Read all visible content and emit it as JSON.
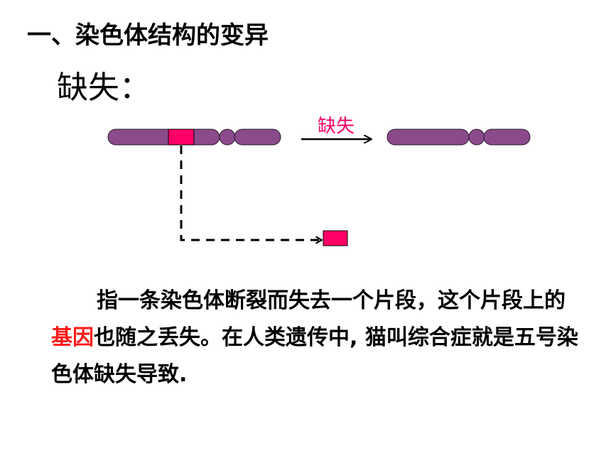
{
  "slide": {
    "section_title": "一、染色体结构的变异",
    "subheading": "缺失：",
    "diagram": {
      "arrow_label": "缺失",
      "colors": {
        "chromosome_fill": "#8b4a8c",
        "chromosome_stroke": "#2a1a2a",
        "deleted_segment": "#ff0066",
        "arrow_label_color": "#ff0066",
        "line_color": "#000000"
      }
    },
    "paragraph": {
      "part1": "指一条染色体断裂而失去一个片段，这个片段上的",
      "highlight": "基因",
      "part2": "也随之丢失。在人类遗传中, 猫叫综合症就是五号染色体缺失导致.",
      "highlight_color": "#ff1a1a"
    }
  }
}
